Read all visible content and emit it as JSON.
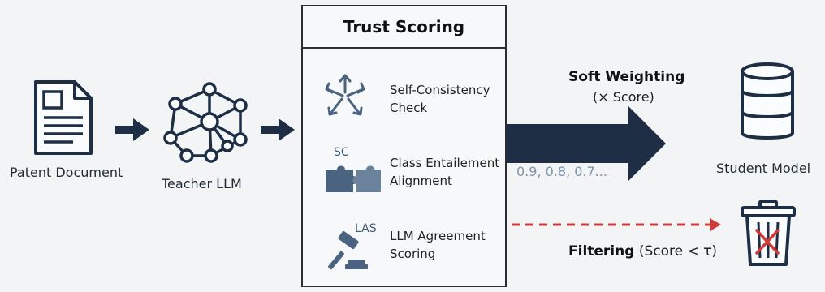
{
  "nodes": {
    "patent_document": "Patent Document",
    "teacher_llm": "Teacher LLM",
    "student_model": "Student Model"
  },
  "trust_scoring": {
    "title": "Trust Scoring",
    "criteria": [
      {
        "icon": "arrows-outward-icon",
        "line1": "Self-Consistency",
        "line2": "Check"
      },
      {
        "icon": "puzzle-icon",
        "tag": "SC",
        "line1": "Class Entailement",
        "line2": "Alignment"
      },
      {
        "icon": "gavel-icon",
        "tag": "LAS",
        "line1": "LLM Agreement",
        "line2": "Scoring"
      }
    ]
  },
  "soft_weighting": {
    "title": "Soft Weighting",
    "subtitle": "(× Score)",
    "example_scores": "0.9, 0.8, 0.7..."
  },
  "filtering": {
    "bold": "Filtering",
    "rule": "(Score < τ)"
  },
  "colors": {
    "navy": "#1d2e45",
    "icon_blue": "#4a6380",
    "dashed_red": "#d03a3a",
    "score_text": "#7d93ad"
  }
}
